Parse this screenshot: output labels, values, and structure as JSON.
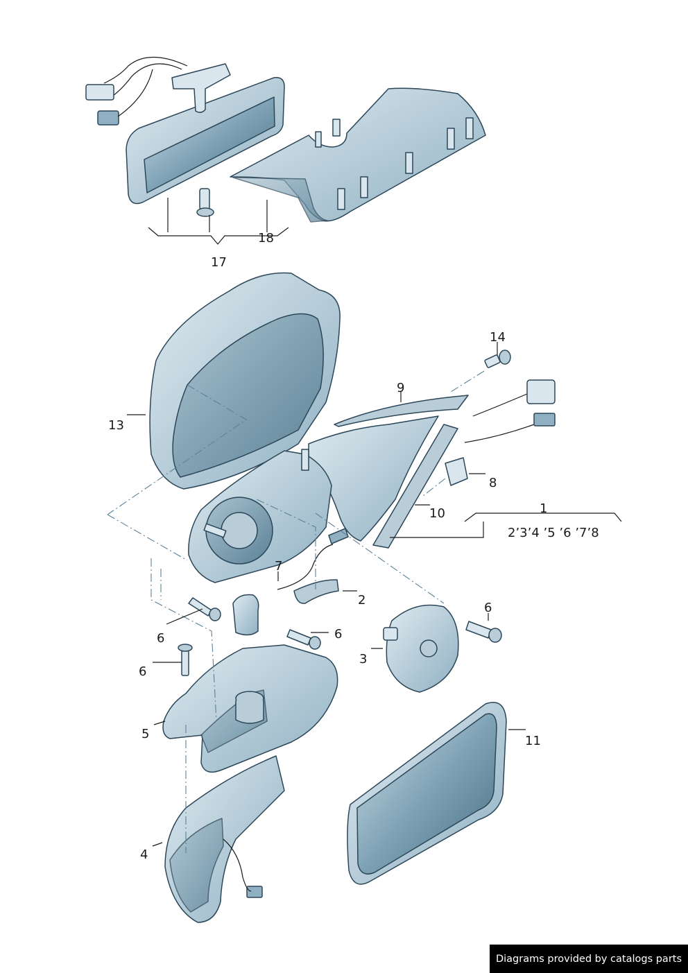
{
  "labels": {
    "l1": "1",
    "l1_sub": "2’3’4 ’5 ’6 ’7’8",
    "l2": "2",
    "l3": "3",
    "l4": "4",
    "l5": "5",
    "l6a": "6",
    "l6b": "6",
    "l6c": "6",
    "l6d": "6",
    "l7": "7",
    "l8": "8",
    "l9": "9",
    "l10": "10",
    "l11": "11",
    "l13": "13",
    "l14": "14",
    "l17": "17",
    "l18": "18"
  },
  "footer": "Diagrams provided by catalogs parts",
  "colors": {
    "part_fill": "#8fb0c2",
    "part_pale": "#b9cdd8",
    "part_dark": "#3f6478",
    "outline": "#2b4658",
    "footer_bg": "#000000"
  }
}
